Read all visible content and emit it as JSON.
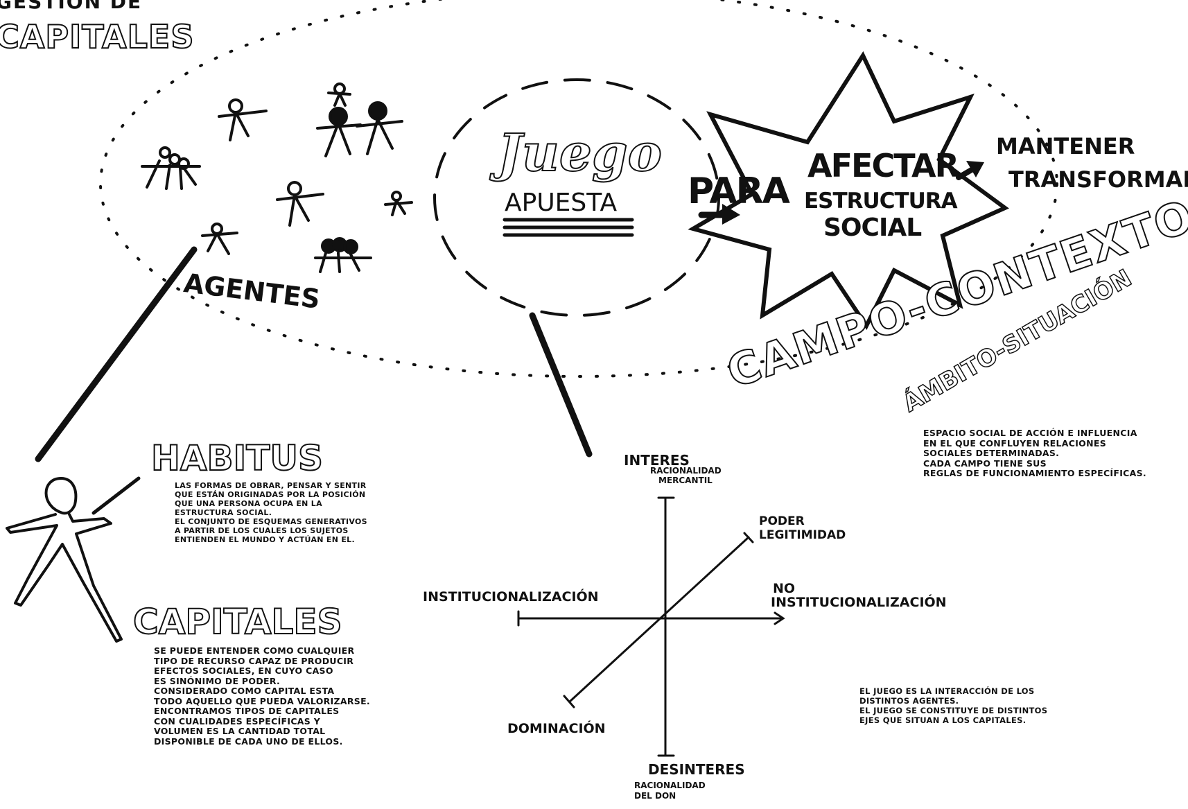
{
  "title": {
    "line1": "GESTIÓN DE",
    "line2": "CAPITALES"
  },
  "agentes": "AGENTES",
  "juego": {
    "word": "Juego",
    "apuesta": "APUESTA"
  },
  "para": "PARA",
  "star": {
    "line1": "AFECTAR",
    "line2": "ESTRUCTURA",
    "line3": "SOCIAL"
  },
  "outcomes": {
    "mantener": "MANTENER",
    "transformar": "TRANSFORMAR"
  },
  "campo": {
    "main": "CAMPO-CONTEXTO",
    "sub": "ÁMBITO-SITUACIÓN"
  },
  "campo_desc": {
    "lines": [
      "ESPACIO SOCIAL DE ACCIÓN E INFLUENCIA",
      "EN EL QUE CONFLUYEN RELACIONES",
      "SOCIALES DETERMINADAS.",
      "CADA CAMPO TIENE SUS",
      "REGLAS DE FUNCIONAMIENTO ESPECÍFICAS."
    ]
  },
  "habitus": {
    "heading": "HABITUS",
    "lines": [
      "LAS FORMAS DE OBRAR, PENSAR Y SENTIR",
      "QUE ESTÁN ORIGINADAS POR LA POSICIÓN",
      "QUE UNA PERSONA OCUPA EN LA",
      "ESTRUCTURA SOCIAL.",
      "EL CONJUNTO DE ESQUEMAS GENERATIVOS",
      "A PARTIR DE LOS CUALES LOS SUJETOS",
      "ENTIENDEN EL MUNDO Y ACTÚAN EN EL."
    ]
  },
  "capitales": {
    "heading": "CAPITALES",
    "lines": [
      "SE PUEDE ENTENDER COMO CUALQUIER",
      "TIPO DE RECURSO CAPAZ DE PRODUCIR",
      "EFECTOS SOCIALES, EN CUYO CASO",
      "ES SINÓNIMO DE PODER.",
      "CONSIDERADO COMO CAPITAL ESTA",
      "TODO AQUELLO QUE PUEDA VALORIZARSE.",
      "ENCONTRAMOS TIPOS DE CAPITALES",
      "CON CUALIDADES ESPECÍFICAS Y",
      "VOLUMEN ES LA CANTIDAD TOTAL",
      "DISPONIBLE DE CADA UNO DE ELLOS."
    ]
  },
  "axes": {
    "interes": "INTERES",
    "interes_sub1": "RACIONALIDAD",
    "interes_sub2": "MERCANTIL",
    "desinteres": "DESINTERES",
    "desinteres_sub1": "RACIONALIDAD",
    "desinteres_sub2": "DEL DON",
    "institucionalizacion": "INSTITUCIONALIZACIÓN",
    "no": "NO",
    "no_institucionalizacion": "INSTITUCIONALIZACIÓN",
    "poder": "PODER",
    "legitimidad": "LEGITIMIDAD",
    "dominacion": "DOMINACIÓN"
  },
  "juego_desc": {
    "lines": [
      "EL JUEGO ES LA INTERACCIÓN DE LOS",
      "DISTINTOS AGENTES.",
      "EL JUEGO SE CONSTITUYE DE DISTINTOS",
      "EJES QUE SITUAN A LOS CAPITALES."
    ]
  }
}
